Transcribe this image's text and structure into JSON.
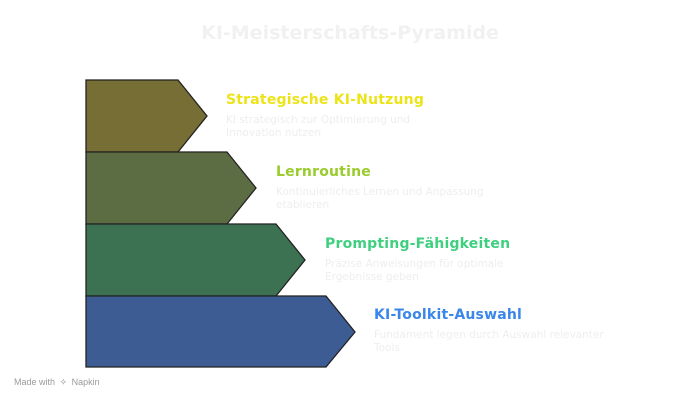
{
  "title": "KI-Meisterschafts-Pyramide",
  "levels": [
    {
      "heading": "Strategische KI-Nutzung",
      "description": "KI strategisch zur Optimierung und Innovation nutzen",
      "fill": "#766e34",
      "heading_color": "#ece418"
    },
    {
      "heading": "Lernroutine",
      "description": "Kontinuierliches Lernen und Anpassung etablieren",
      "fill": "#5d6d43",
      "heading_color": "#99cc2c"
    },
    {
      "heading": "Prompting-Fähigkeiten",
      "description": "Präzise Anweisungen für optimale Ergebnisse geben",
      "fill": "#3c7152",
      "heading_color": "#3ed07f"
    },
    {
      "heading": "KI-Toolkit-Auswahl",
      "description": "Fundament legen durch Auswahl relevanter Tools",
      "fill": "#3d5c94",
      "heading_color": "#3a86ea"
    }
  ],
  "footer": {
    "made_with": "Made with",
    "brand": "Napkin",
    "icon": "napkin-logo-icon"
  }
}
